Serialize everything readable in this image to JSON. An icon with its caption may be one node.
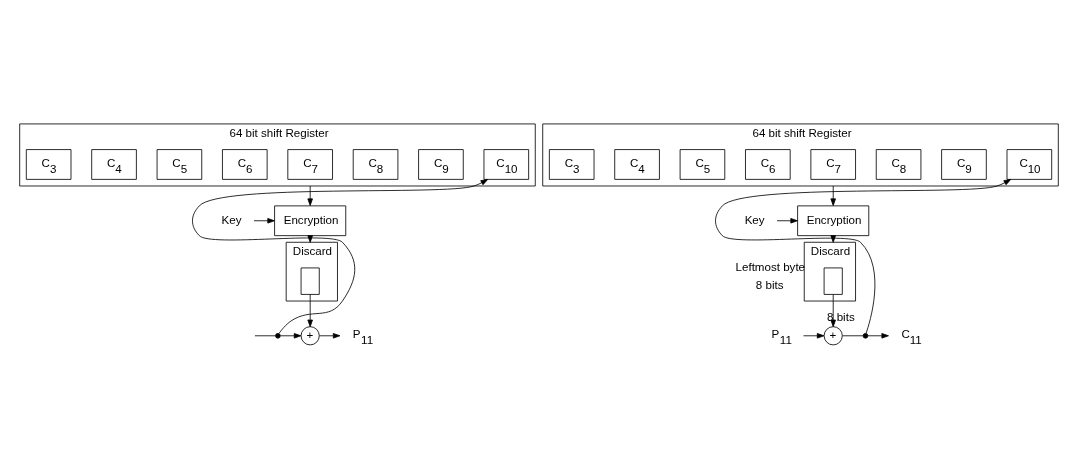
{
  "diagram": {
    "nodes": [
      {
        "text": [
          "64 bit shift Register"
        ]
      },
      {
        "text": [
          "C$_{3}$"
        ],
        "in": 0
      },
      {
        "text": [
          "C$_{4}$"
        ],
        "in": 0
      },
      {
        "text": [
          "C$_{5}$"
        ],
        "in": 0
      },
      {
        "text": [
          "C$_{6}$"
        ],
        "in": 0
      },
      {
        "text": [
          "C$_{7}$"
        ],
        "in": 0
      },
      {
        "text": [
          "C$_{8}$"
        ],
        "in": 0
      },
      {
        "text": [
          "C$_{9}$"
        ],
        "in": 0
      },
      {
        "text": [
          "C$_{10}$"
        ],
        "in": 0
      },
      {
        "text": [
          "Key"
        ]
      },
      {
        "text": [
          "Encryption"
        ]
      },
      {
        "text": [
          "Discard"
        ]
      },
      {
        "text": [],
        "shape": "box",
        "in": 11
      },
      {
        "text": [],
        "shape": "circle"
      },
      {
        "text": [
          "+"
        ]
      },
      {
        "text": [
          "P$_{11}$"
        ]
      },
      {
        "text": [
          "64 bit shift Register"
        ]
      },
      {
        "text": [
          "C$_{3}$"
        ],
        "in": 16
      },
      {
        "text": [
          "C$_{4}$"
        ],
        "in": 16
      },
      {
        "text": [
          "C$_{5}$"
        ],
        "in": 16
      },
      {
        "text": [
          "C$_{6}$"
        ],
        "in": 16
      },
      {
        "text": [
          "C$_{7}$"
        ],
        "in": 16
      },
      {
        "text": [
          "C$_{8}$"
        ],
        "in": 16
      },
      {
        "text": [
          "C$_{9}$"
        ],
        "in": 16
      },
      {
        "text": [
          "C$_{10}$"
        ],
        "in": 16
      },
      {
        "text": [
          "Key"
        ]
      },
      {
        "text": [
          "Encryption"
        ]
      },
      {
        "text": [
          "Discard"
        ]
      },
      {
        "text": [],
        "shape": "box",
        "in": 27,
        "beside": [
          "Leftmost byte",
          "8 bits"
        ]
      },
      {
        "text": [
          "P$_{11}$"
        ]
      },
      {
        "text": [
          "+"
        ],
        "beside": [
          "8 bits"
        ]
      },
      {
        "text": [],
        "shape": "circle"
      },
      {
        "text": [
          "C$_{11}$"
        ]
      }
    ],
    "edges": [
      {
        "from": 0,
        "to": 10,
        "arrow": "to"
      },
      {
        "from": 9,
        "to": 10,
        "arrow": "to"
      },
      {
        "from": 10,
        "to": 11,
        "arrow": "to"
      },
      {
        "from": 12,
        "to": 14,
        "arrow": "to"
      },
      {
        "from": null,
        "to": 13,
        "arrow": "none"
      },
      {
        "from": 13,
        "to": 14,
        "arrow": "to"
      },
      {
        "from": 14,
        "to": 15,
        "arrow": "to"
      },
      {
        "from": 13,
        "to": 8,
        "arrow": "to"
      },
      {
        "from": 16,
        "to": 26,
        "arrow": "to"
      },
      {
        "from": 25,
        "to": 26,
        "arrow": "to"
      },
      {
        "from": 26,
        "to": 27,
        "arrow": "to"
      },
      {
        "from": 28,
        "to": 30,
        "arrow": "to"
      },
      {
        "from": 29,
        "to": 30,
        "arrow": "to"
      },
      {
        "from": 30,
        "to": 31,
        "arrow": "none"
      },
      {
        "from": 31,
        "to": 32,
        "arrow": "to"
      },
      {
        "from": 31,
        "to": 24,
        "arrow": "to"
      }
    ]
  }
}
